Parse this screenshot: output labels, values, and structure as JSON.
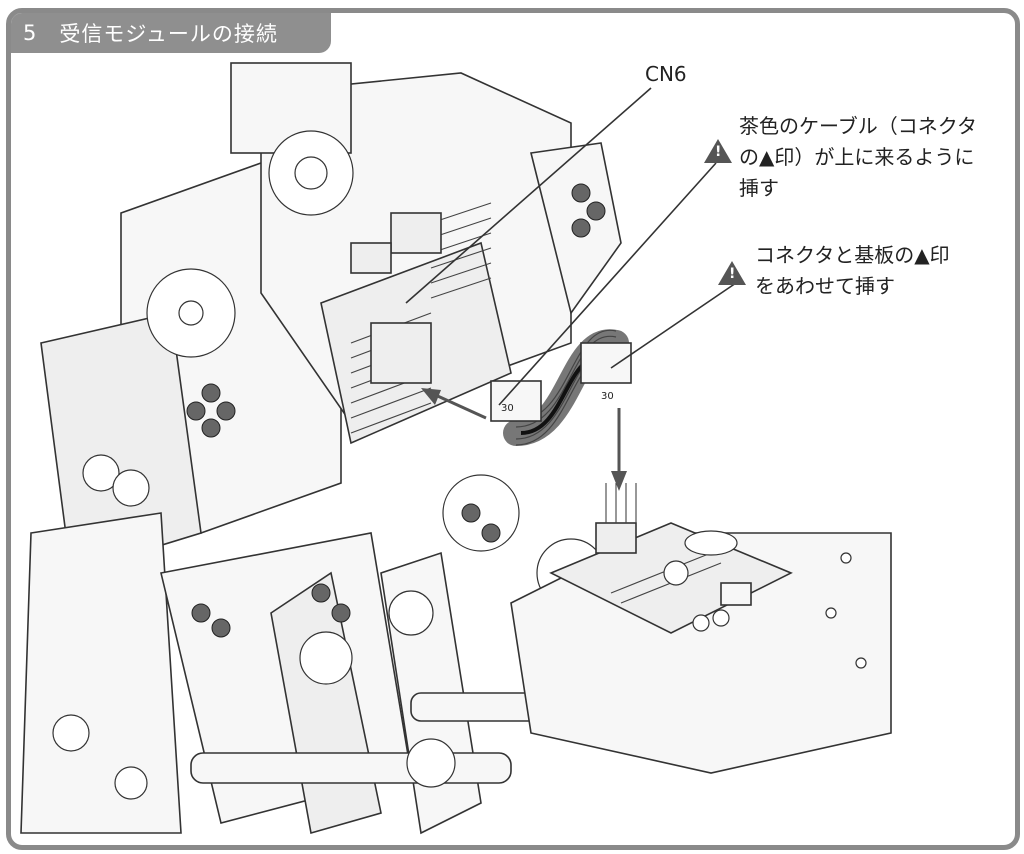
{
  "header": {
    "step_number": "5",
    "step_title": "受信モジュールの接続"
  },
  "callouts": {
    "cn6_label": "CN6",
    "note1_lines": [
      "茶色のケーブル（コネクタ",
      "の▲印）が上に来るように",
      "挿す"
    ],
    "note2_lines": [
      "コネクタと基板の▲印",
      "をあわせて挿す"
    ],
    "warning_symbol": "!"
  },
  "connector_labels": {
    "left_mark": "30",
    "right_mark": "30"
  },
  "colors": {
    "frame": "#8a8a8a",
    "header_bg": "#8f8f8f",
    "warning_icon": "#555555",
    "cable": "#777777"
  },
  "icons": {
    "warning": "warning-triangle-icon",
    "arrow": "insert-direction-arrow-icon"
  }
}
